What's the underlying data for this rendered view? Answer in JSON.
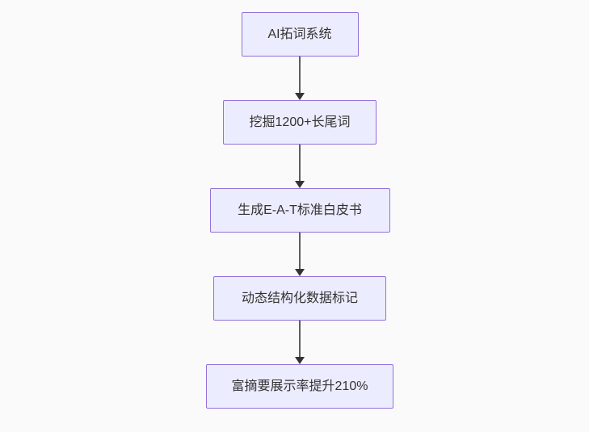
{
  "diagram": {
    "type": "flowchart",
    "direction": "top-down",
    "colors": {
      "background": "#FAFAFA",
      "node_fill": "#ECECFF",
      "node_border": "#9370DB",
      "text": "#333333",
      "arrow_line": "#5E5E5E",
      "arrow_head": "#333333"
    },
    "nodes": [
      {
        "id": "n1",
        "label": "AI拓词系统"
      },
      {
        "id": "n2",
        "label": "挖掘1200+长尾词"
      },
      {
        "id": "n3",
        "label": "生成E-A-T标准白皮书"
      },
      {
        "id": "n4",
        "label": "动态结构化数据标记"
      },
      {
        "id": "n5",
        "label": "富摘要展示率提升210%"
      }
    ],
    "edges": [
      {
        "from": "n1",
        "to": "n2"
      },
      {
        "from": "n2",
        "to": "n3"
      },
      {
        "from": "n3",
        "to": "n4"
      },
      {
        "from": "n4",
        "to": "n5"
      }
    ]
  }
}
